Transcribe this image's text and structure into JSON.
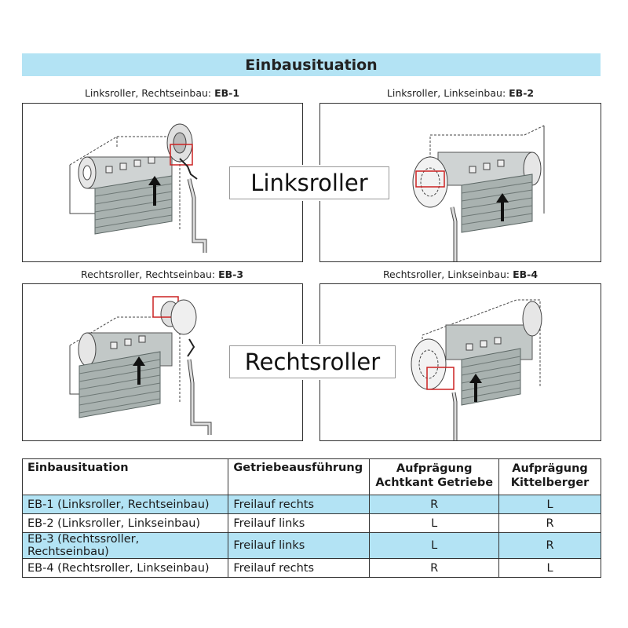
{
  "header": {
    "title": "Einbausituation"
  },
  "panels": [
    {
      "caption_prefix": "Linksroller, Rechtseinbau: ",
      "caption_code": "EB-1"
    },
    {
      "caption_prefix": "Linksroller, Linkseinbau: ",
      "caption_code": "EB-2"
    },
    {
      "caption_prefix": "Rechtsroller, Rechtseinbau: ",
      "caption_code": "EB-3"
    },
    {
      "caption_prefix": "Rechtsroller, Linkseinbau: ",
      "caption_code": "EB-4"
    }
  ],
  "labels": {
    "left": "Linksroller",
    "right": "Rechtsroller"
  },
  "colors": {
    "header_bg": "#b3e3f4",
    "row_highlight": "#b3e3f4",
    "marker_red": "#cc2222"
  },
  "table": {
    "headers": [
      "Einbausituation",
      "Getriebeausführung",
      "Aufprägung Achtkant Getriebe",
      "Aufprägung Kittelberger"
    ],
    "header_lines": [
      [
        "Einbausituation"
      ],
      [
        "Getriebeausführung"
      ],
      [
        "Aufprägung",
        "Achtkant Getriebe"
      ],
      [
        "Aufprägung",
        "Kittelberger"
      ]
    ],
    "rows": [
      {
        "situation": "EB-1 (Linksroller, Rechtseinbau)",
        "getriebe": "Freilauf rechts",
        "achtkant": "R",
        "kittelberger": "L",
        "highlight": true
      },
      {
        "situation": "EB-2 (Linksroller, Linkseinbau)",
        "getriebe": "Freilauf links",
        "achtkant": "L",
        "kittelberger": "R",
        "highlight": false
      },
      {
        "situation": "EB-3 (Rechtssroller, Rechtseinbau)",
        "getriebe": "Freilauf links",
        "achtkant": "L",
        "kittelberger": "R",
        "highlight": true
      },
      {
        "situation": "EB-4 (Rechtsroller, Linkseinbau)",
        "getriebe": "Freilauf rechts",
        "achtkant": "R",
        "kittelberger": "L",
        "highlight": false
      }
    ]
  }
}
